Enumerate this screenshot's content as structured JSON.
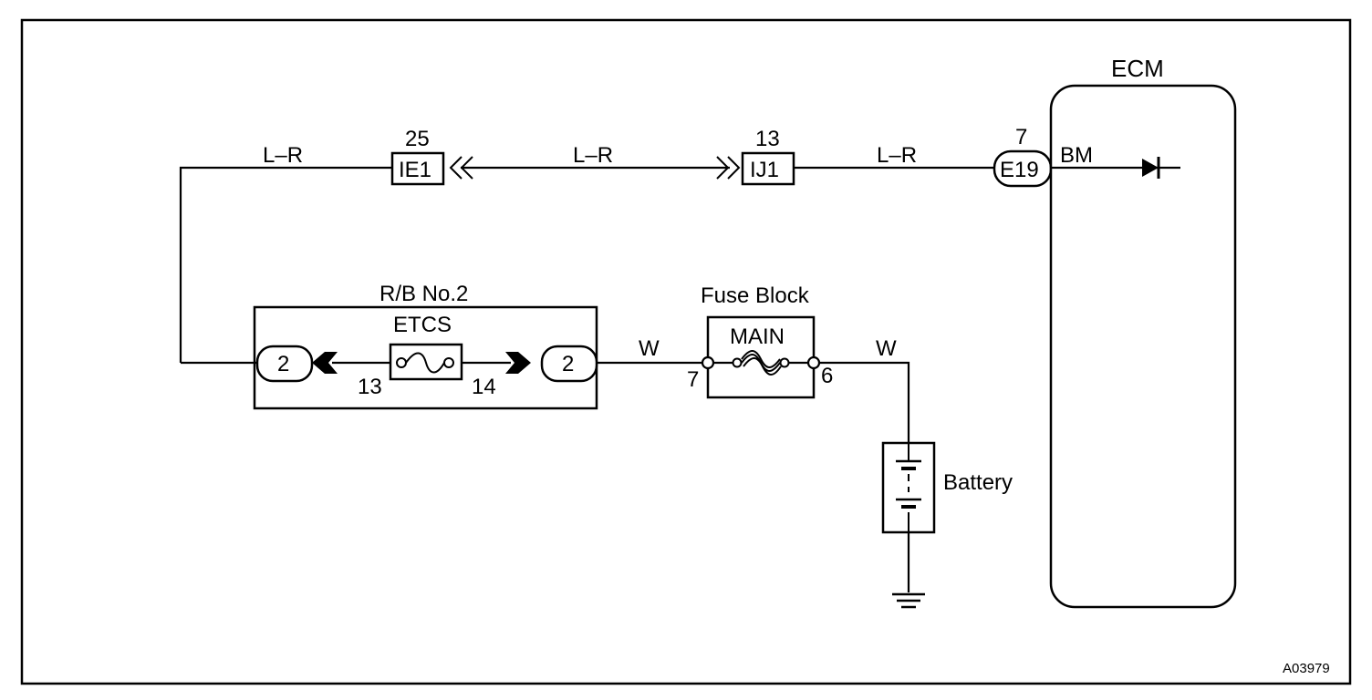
{
  "wire_labels": {
    "lr_left": "L–R",
    "lr_middle": "L–R",
    "lr_right": "L–R",
    "w_left": "W",
    "w_right": "W"
  },
  "connectors": {
    "ie1": {
      "name": "IE1",
      "pin": "25"
    },
    "ij1": {
      "name": "IJ1",
      "pin": "13"
    },
    "e19": {
      "name": "E19",
      "pin": "7"
    }
  },
  "ecm": {
    "title": "ECM",
    "terminal": "BM"
  },
  "relay_block": {
    "title": "R/B No.2",
    "fuse": "ETCS",
    "left_terminal": "2",
    "right_terminal": "2",
    "left_pin": "13",
    "right_pin": "14"
  },
  "fuse_block": {
    "title": "Fuse Block",
    "fuse": "MAIN",
    "left_pin": "7",
    "right_pin": "6"
  },
  "battery": {
    "label": "Battery"
  },
  "figure_id": "A03979"
}
